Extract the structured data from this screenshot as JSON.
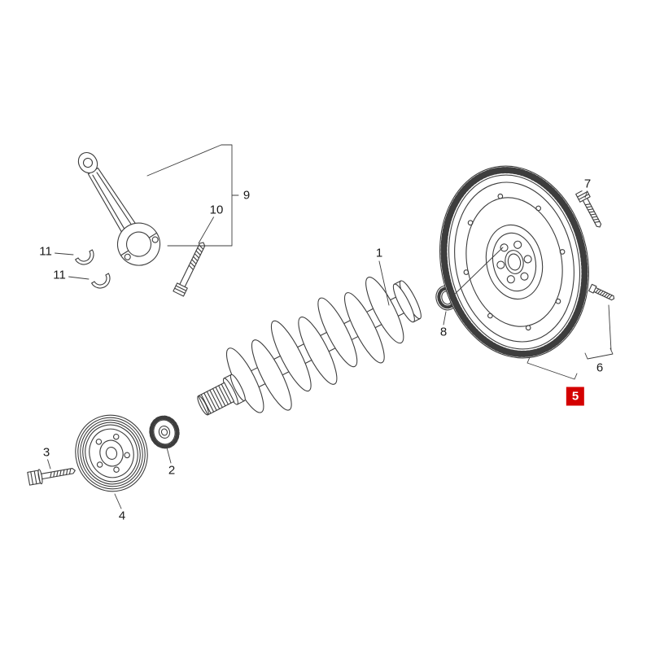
{
  "diagram": {
    "kind": "exploded-parts-diagram",
    "subject": "crankshaft-and-flywheel-assembly"
  },
  "colors": {
    "background": "#ffffff",
    "line": "#3d3d3d",
    "highlight": "#d40000",
    "text": "#1a1a1a"
  },
  "callouts": [
    {
      "text": "1",
      "highlight": false
    },
    {
      "text": "2",
      "highlight": false
    },
    {
      "text": "3",
      "highlight": false
    },
    {
      "text": "4",
      "highlight": false
    },
    {
      "text": "5",
      "highlight": true
    },
    {
      "text": "6",
      "highlight": false
    },
    {
      "text": "7",
      "highlight": false
    },
    {
      "text": "8",
      "highlight": false
    },
    {
      "text": "9",
      "highlight": false
    },
    {
      "text": "10",
      "highlight": false
    },
    {
      "text": "11",
      "highlight": false
    },
    {
      "text": "11",
      "highlight": false
    }
  ]
}
